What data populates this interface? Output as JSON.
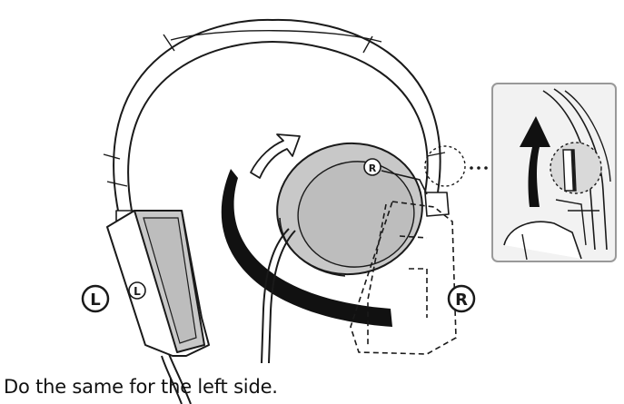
{
  "caption": "Do the same for the left side.",
  "labels": {
    "left_marker": "L",
    "right_marker": "R",
    "left_cup_marker": "L",
    "right_cup_marker": "R"
  },
  "icons": {
    "rotation_arrow": "curved-arrow-icon",
    "upward_arrow": "arrow-up-icon"
  },
  "colors": {
    "stroke": "#1a1a1a",
    "cup_fill": "#c8c8c8",
    "cup_face": "#bdbdbd",
    "inset_fill": "#f2f2f2",
    "inset_border": "#999999",
    "highlight_circle": "#d9d9d9",
    "arrow_fill": "#111111"
  }
}
